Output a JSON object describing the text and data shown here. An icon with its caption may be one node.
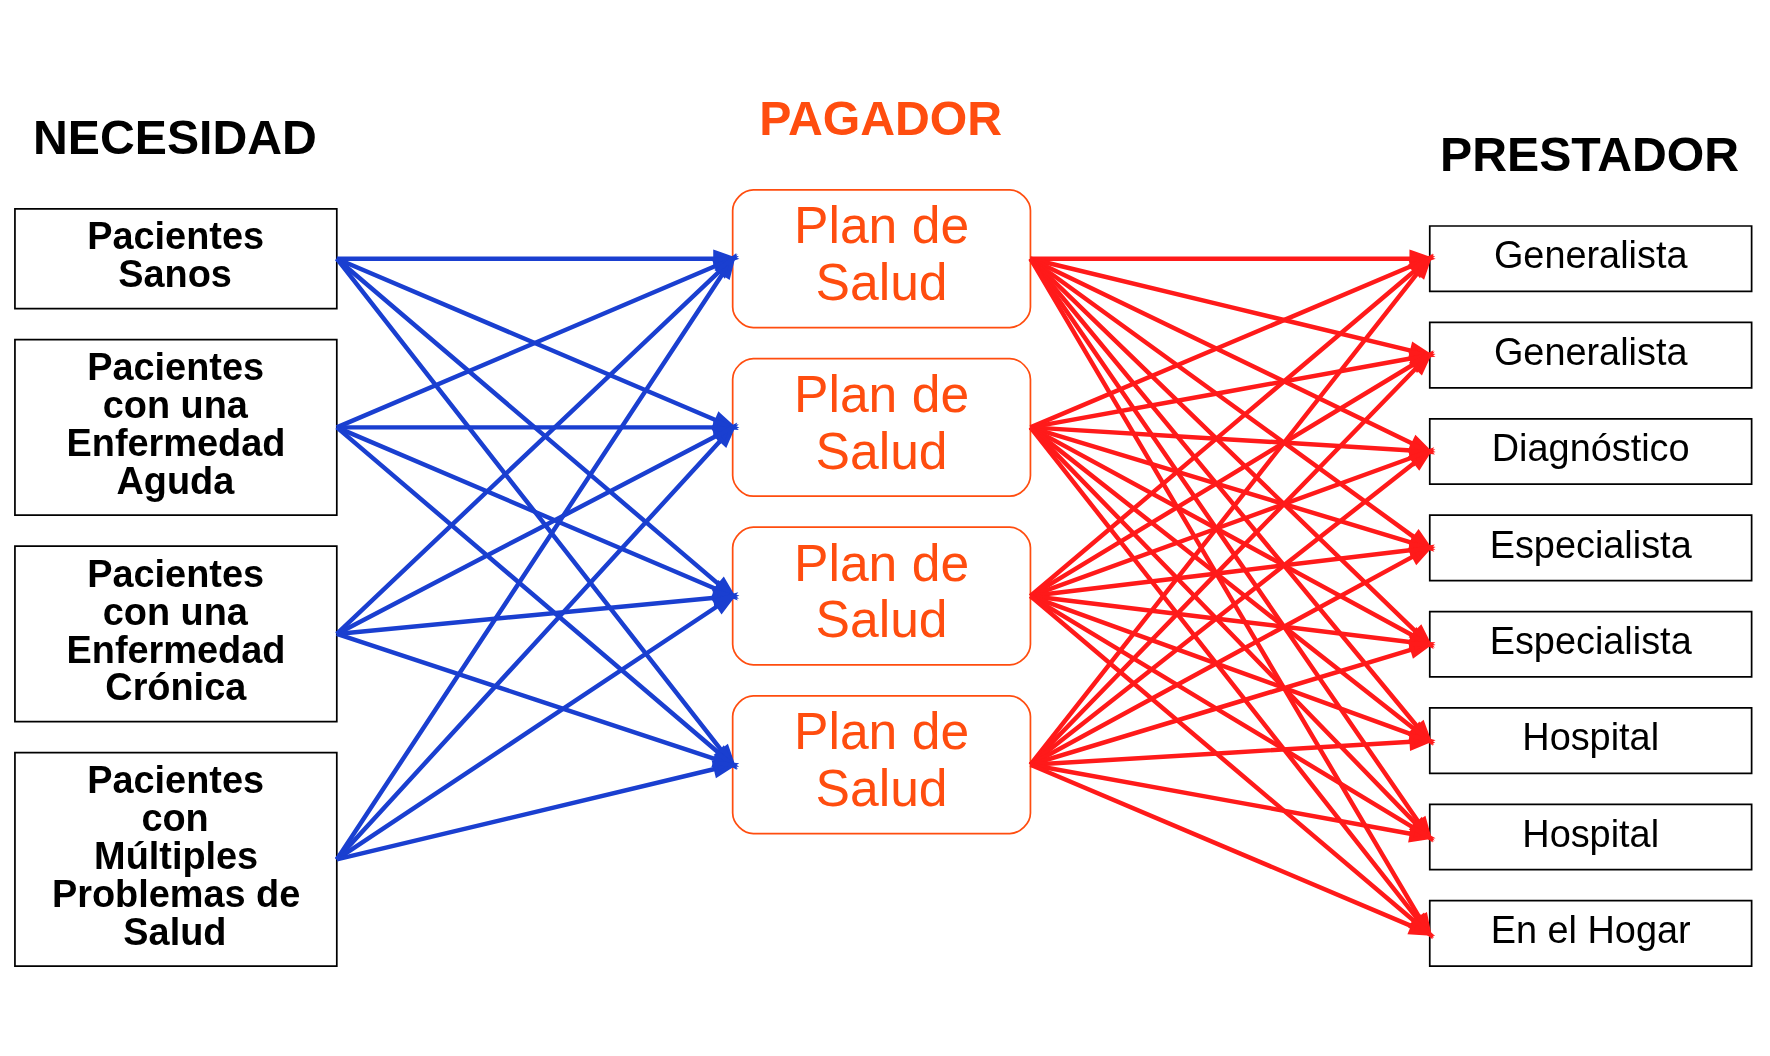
{
  "diagram": {
    "nodes": [
      {
        "text": [
          "Pacientes Sanos"
        ]
      },
      {
        "text": [
          "Pacientes con una Enfermedad Aguda"
        ]
      },
      {
        "text": [
          "Pacientes con una Enfermedad Crónica"
        ]
      },
      {
        "text": [
          "Pacientes con Múltiples Problemas de Salud"
        ]
      },
      {
        "text": [
          "Plan de Salud"
        ]
      },
      {
        "text": [
          "Plan de Salud"
        ]
      },
      {
        "text": [
          "Plan de Salud"
        ]
      },
      {
        "text": [
          "Plan de Salud"
        ]
      },
      {
        "text": [
          "Generalista"
        ]
      },
      {
        "text": [
          "Generalista"
        ]
      },
      {
        "text": [
          "Diagnóstico"
        ]
      },
      {
        "text": [
          "Especialista"
        ]
      },
      {
        "text": [
          "Especialista"
        ]
      },
      {
        "text": [
          "Hospital"
        ]
      },
      {
        "text": [
          "Hospital"
        ]
      },
      {
        "text": [
          "En el Hogar"
        ]
      }
    ],
    "edges": [
      {
        "from": 0,
        "to": 4,
        "arrow": "to",
        "color": "#1a3fd0"
      },
      {
        "from": 0,
        "to": 5,
        "arrow": "to",
        "color": "#1a3fd0"
      },
      {
        "from": 0,
        "to": 6,
        "arrow": "to",
        "color": "#1a3fd0"
      },
      {
        "from": 0,
        "to": 7,
        "arrow": "to",
        "color": "#1a3fd0"
      },
      {
        "from": 1,
        "to": 4,
        "arrow": "to",
        "color": "#1a3fd0"
      },
      {
        "from": 1,
        "to": 5,
        "arrow": "to",
        "color": "#1a3fd0"
      },
      {
        "from": 1,
        "to": 6,
        "arrow": "to",
        "color": "#1a3fd0"
      },
      {
        "from": 1,
        "to": 7,
        "arrow": "to",
        "color": "#1a3fd0"
      },
      {
        "from": 2,
        "to": 4,
        "arrow": "to",
        "color": "#1a3fd0"
      },
      {
        "from": 2,
        "to": 5,
        "arrow": "to",
        "color": "#1a3fd0"
      },
      {
        "from": 2,
        "to": 6,
        "arrow": "to",
        "color": "#1a3fd0"
      },
      {
        "from": 2,
        "to": 7,
        "arrow": "to",
        "color": "#1a3fd0"
      },
      {
        "from": 3,
        "to": 4,
        "arrow": "to",
        "color": "#1a3fd0"
      },
      {
        "from": 3,
        "to": 5,
        "arrow": "to",
        "color": "#1a3fd0"
      },
      {
        "from": 3,
        "to": 6,
        "arrow": "to",
        "color": "#1a3fd0"
      },
      {
        "from": 3,
        "to": 7,
        "arrow": "to",
        "color": "#1a3fd0"
      },
      {
        "from": 4,
        "to": 8,
        "arrow": "to"
      },
      {
        "from": 4,
        "to": 9,
        "arrow": "to"
      },
      {
        "from": 4,
        "to": 10,
        "arrow": "to"
      },
      {
        "from": 4,
        "to": 11,
        "arrow": "to"
      },
      {
        "from": 4,
        "to": 12,
        "arrow": "to"
      },
      {
        "from": 4,
        "to": 13,
        "arrow": "to"
      },
      {
        "from": 4,
        "to": 14,
        "arrow": "to"
      },
      {
        "from": 4,
        "to": 15,
        "arrow": "to"
      },
      {
        "from": 5,
        "to": 8,
        "arrow": "to"
      },
      {
        "from": 5,
        "to": 9,
        "arrow": "to"
      },
      {
        "from": 5,
        "to": 10,
        "arrow": "to"
      },
      {
        "from": 5,
        "to": 11,
        "arrow": "to"
      },
      {
        "from": 5,
        "to": 12,
        "arrow": "to"
      },
      {
        "from": 5,
        "to": 13,
        "arrow": "to"
      },
      {
        "from": 5,
        "to": 14,
        "arrow": "to"
      },
      {
        "from": 5,
        "to": 15,
        "arrow": "to"
      },
      {
        "from": 6,
        "to": 8,
        "arrow": "to"
      },
      {
        "from": 6,
        "to": 9,
        "arrow": "to"
      },
      {
        "from": 6,
        "to": 10,
        "arrow": "to"
      },
      {
        "from": 6,
        "to": 11,
        "arrow": "to"
      },
      {
        "from": 6,
        "to": 12,
        "arrow": "to"
      },
      {
        "from": 6,
        "to": 13,
        "arrow": "to"
      },
      {
        "from": 6,
        "to": 14,
        "arrow": "to"
      },
      {
        "from": 6,
        "to": 15,
        "arrow": "to"
      },
      {
        "from": 7,
        "to": 8,
        "arrow": "to"
      },
      {
        "from": 7,
        "to": 9,
        "arrow": "to"
      },
      {
        "from": 7,
        "to": 10,
        "arrow": "to"
      },
      {
        "from": 7,
        "to": 11,
        "arrow": "to"
      },
      {
        "from": 7,
        "to": 12,
        "arrow": "to"
      },
      {
        "from": 7,
        "to": 13,
        "arrow": "to"
      },
      {
        "from": 7,
        "to": 14,
        "arrow": "to"
      },
      {
        "from": 7,
        "to": 15,
        "arrow": "to"
      }
    ],
    "labels": [
      "NECESIDAD",
      "PAGADOR",
      "PRESTADOR"
    ]
  }
}
